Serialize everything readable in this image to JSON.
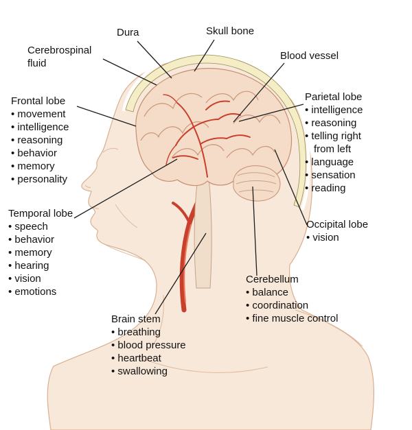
{
  "labels": {
    "csf": {
      "title": "Cerebrospinal fluid"
    },
    "dura": {
      "title": "Dura"
    },
    "skull_bone": {
      "title": "Skull bone"
    },
    "blood_vessel": {
      "title": "Blood vessel"
    },
    "frontal": {
      "title": "Frontal lobe",
      "items": [
        "movement",
        "intelligence",
        "reasoning",
        "behavior",
        "memory",
        "personality"
      ]
    },
    "parietal": {
      "title": "Parietal lobe",
      "items": [
        "intelligence",
        "reasoning",
        "telling right from left",
        "language",
        "sensation",
        "reading"
      ]
    },
    "occipital": {
      "title": "Occipital lobe",
      "items": [
        "vision"
      ]
    },
    "temporal": {
      "title": "Temporal lobe",
      "items": [
        "speech",
        "behavior",
        "memory",
        "hearing",
        "vision",
        "emotions"
      ]
    },
    "cerebellum": {
      "title": "Cerebellum",
      "items": [
        "balance",
        "coordination",
        "fine muscle control"
      ]
    },
    "brain_stem": {
      "title": "Brain stem",
      "items": [
        "breathing",
        "blood pressure",
        "heartbeat",
        "swallowing"
      ]
    }
  },
  "colors": {
    "skin": "#f8e8da",
    "skin_line": "#d9ae90",
    "brain": "#f5dcc8",
    "brain_line": "#c68e70",
    "skull": "#f4edc6",
    "skull_line": "#9b8c55",
    "vessel": "#c8402c",
    "vessel_hi": "#e87a5f",
    "stem": "#f0ddca",
    "stem_line": "#c6a286",
    "leader": "#1c1c1c"
  }
}
